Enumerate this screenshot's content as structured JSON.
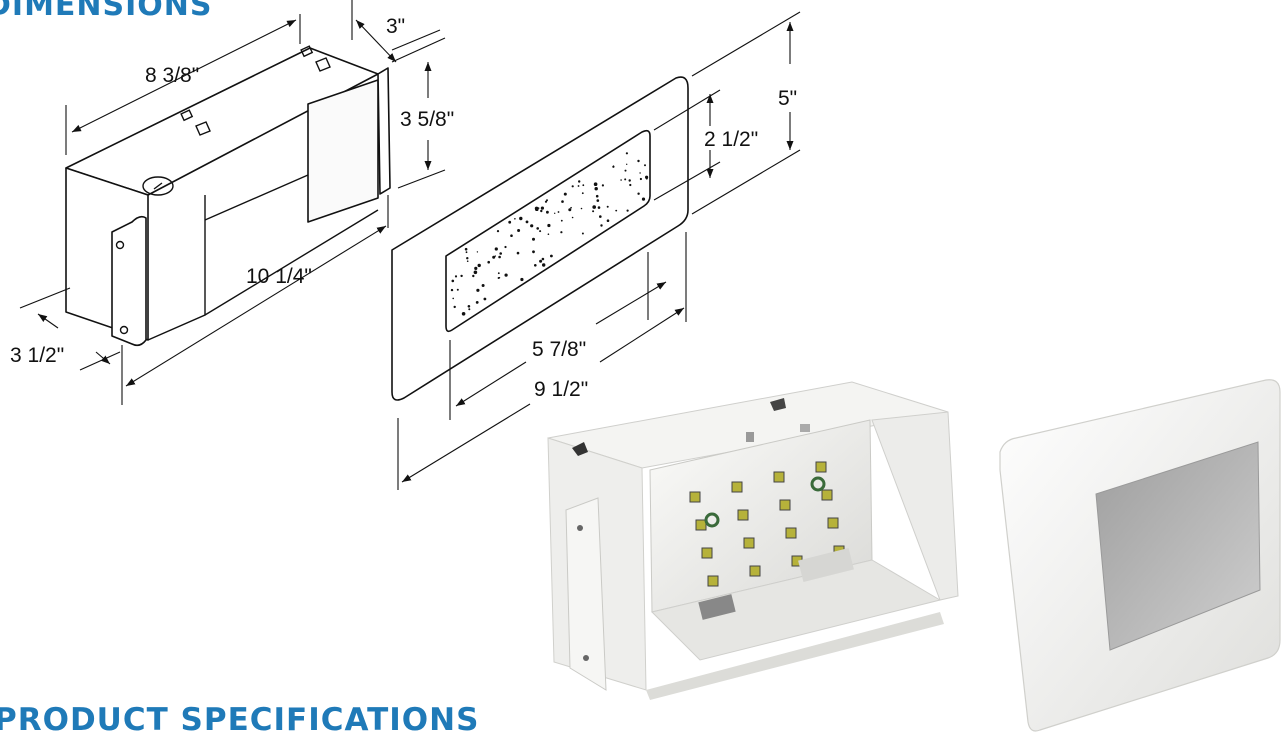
{
  "headings": {
    "dimensions": "DIMENSIONS",
    "specifications": "PRODUCT SPECIFICATIONS"
  },
  "dimensions": {
    "box_depth_top": "3\"",
    "box_length": "8 3/8\"",
    "box_height": "3 5/8\"",
    "box_overall_length": "10 1/4\"",
    "box_width": "3 1/2\"",
    "plate_height": "5\"",
    "window_height": "2 1/2\"",
    "window_width": "5 7/8\"",
    "plate_width": "9 1/2\""
  },
  "colors": {
    "heading": "#1f7ab8",
    "line": "#111111",
    "fixture_white": "#f2f2f0",
    "led_yellow": "#b6b23a",
    "window_grey": "#bdbdbd"
  },
  "icons": [
    "led-fixture-photo",
    "faceplate-photo",
    "box-line-drawing",
    "faceplate-line-drawing"
  ]
}
